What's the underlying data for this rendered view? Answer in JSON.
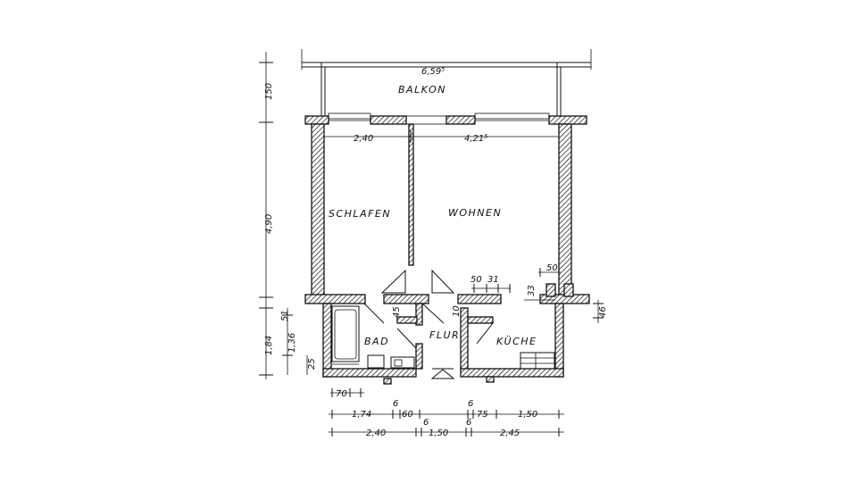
{
  "rooms": {
    "balcony": "BALKON",
    "bedroom": "SCHLAFEN",
    "living": "WOHNEN",
    "bath": "BAD",
    "hall": "FLUR",
    "kitchen": "KÜCHE"
  },
  "dimensions": {
    "top_total": "6,59⁵",
    "bedroom_width": "2,40",
    "living_width": "4,21⁵",
    "kitchen_a": "50",
    "kitchen_b": "31",
    "kitchen_c": "50",
    "kitchen_d": "33",
    "hall_45": "45",
    "hall_10": "10",
    "left_150": "150",
    "left_490": "4,90",
    "left_184": "1,84",
    "left_136": "1,36",
    "left_51": "51",
    "left_25": "25",
    "right_46": "46",
    "bottom_70": "70",
    "b1_174": "1,74",
    "b1_6a": "6",
    "b1_60": "60",
    "b1_6b": "6",
    "b1_75": "75",
    "b1_150": "1,50",
    "b2_240": "2,40",
    "b2_6a": "6",
    "b2_150": "1,50",
    "b2_6b": "6",
    "b2_245": "2,45"
  }
}
